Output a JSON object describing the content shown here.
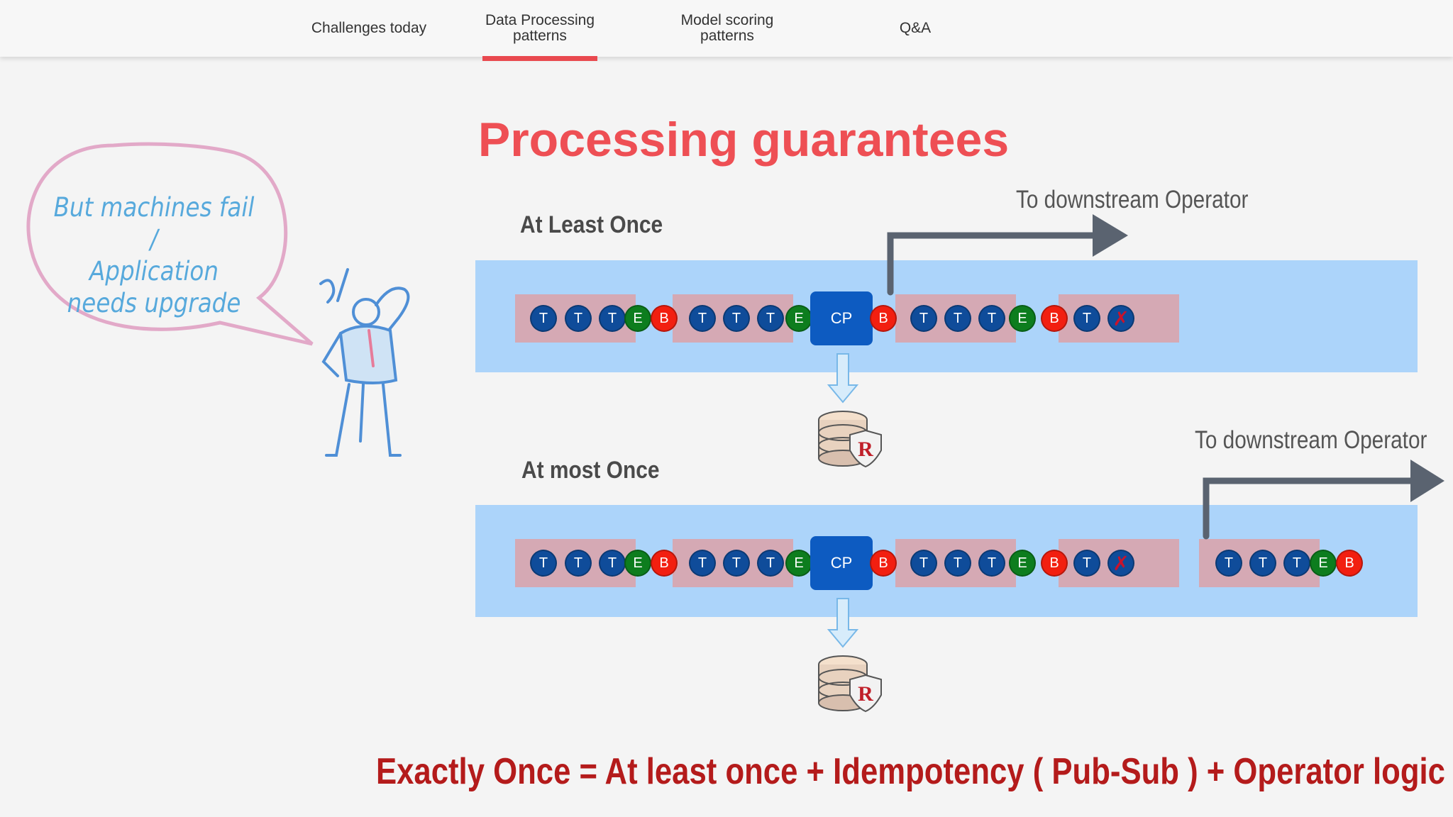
{
  "nav": {
    "tabs": [
      {
        "label": "Challenges today",
        "active": false
      },
      {
        "label": "Data Processing\npatterns",
        "active": true
      },
      {
        "label": "Model scoring\npatterns",
        "active": false
      },
      {
        "label": "Q&A",
        "active": false
      }
    ]
  },
  "slide": {
    "title": "Processing guarantees",
    "speech_bubble": "But machines fail /\nApplication\nneeds upgrade",
    "footer": "Exactly Once = At least once + Idempotency ( Pub-Sub ) +  Operator logic"
  },
  "diagram": {
    "checkpoint_label": "CP",
    "store_badge": "R",
    "lanes": [
      {
        "label": "At Least Once",
        "downstream_label": "To downstream Operator",
        "events_left": [
          "T",
          "T",
          "T",
          "E",
          "B",
          "T",
          "T",
          "T",
          "E"
        ],
        "events_right": [
          "B",
          "T",
          "T",
          "T",
          "E",
          "B",
          "T",
          "X"
        ],
        "events_output": []
      },
      {
        "label": "At most Once",
        "downstream_label": "To downstream Operator",
        "events_left": [
          "T",
          "T",
          "T",
          "E",
          "B",
          "T",
          "T",
          "T",
          "E"
        ],
        "events_right": [
          "B",
          "T",
          "T",
          "T",
          "E",
          "B",
          "T",
          "X"
        ],
        "events_output": [
          "T",
          "T",
          "T",
          "E",
          "B"
        ]
      }
    ]
  },
  "colors": {
    "title": "#ee4f54",
    "lane": "#acd4fa",
    "group": "#d5a9b4",
    "T": "#0f4c9a",
    "E": "#0d7d1e",
    "B": "#f21f10",
    "checkpoint": "#0d5bc1",
    "footer": "#b41b1b",
    "bubble_text": "#57a9dc"
  }
}
